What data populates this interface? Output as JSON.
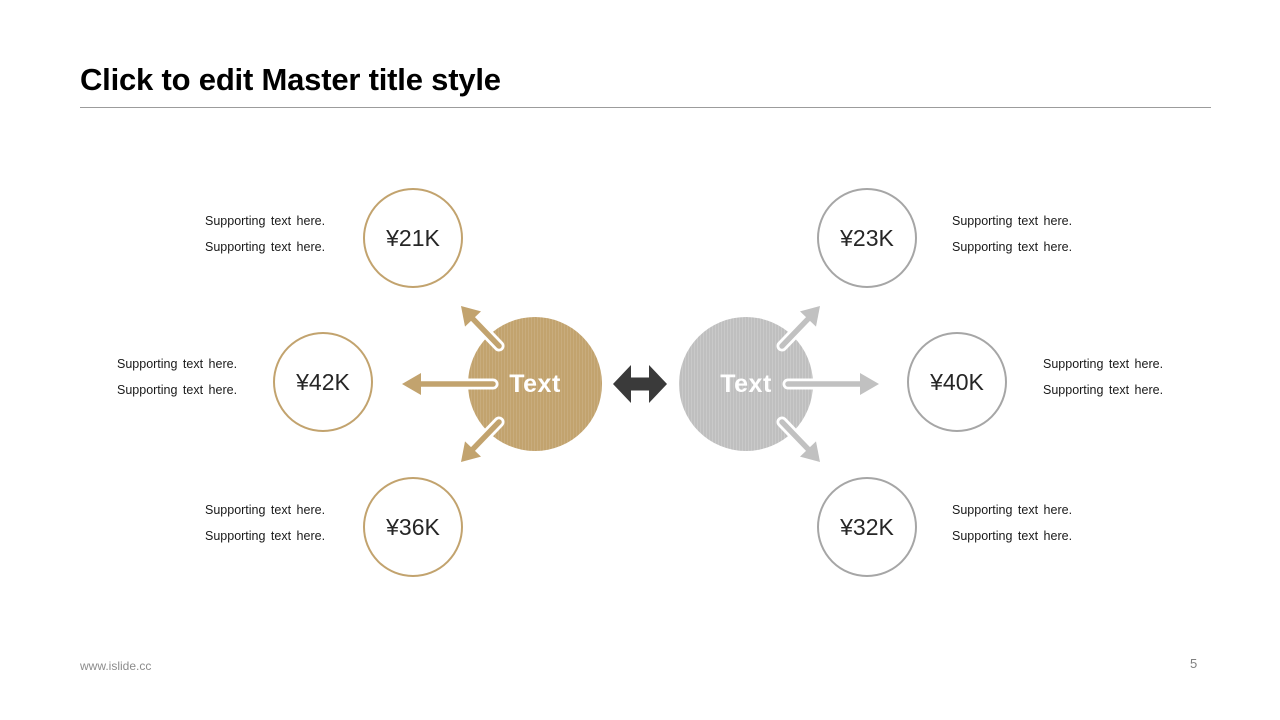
{
  "title": "Click to edit Master title style",
  "footer": {
    "url": "www.islide.cc",
    "page_number": "5"
  },
  "hubs": {
    "left": {
      "label": "Text",
      "color": "#C2A36E"
    },
    "right": {
      "label": "Text",
      "color": "#BFBFBF"
    }
  },
  "connector": {
    "icon": "double-arrow",
    "color": "#3A3A3A"
  },
  "colors": {
    "gold_accent": "#C2A36E",
    "gray_accent": "#BFBFBF",
    "gray_ring": "#A6A6A6",
    "dark_arrow": "#3A3A3A",
    "title_text": "#000000",
    "footer_text": "#8C8C8C"
  },
  "nodes": [
    {
      "position": "top-left",
      "value": "¥21K",
      "lines": [
        "Supporting text here.",
        "Supporting text here."
      ]
    },
    {
      "position": "middle-left",
      "value": "¥42K",
      "lines": [
        "Supporting text here.",
        "Supporting text here."
      ]
    },
    {
      "position": "bottom-left",
      "value": "¥36K",
      "lines": [
        "Supporting text here.",
        "Supporting text here."
      ]
    },
    {
      "position": "top-right",
      "value": "¥23K",
      "lines": [
        "Supporting text here.",
        "Supporting text here."
      ]
    },
    {
      "position": "middle-right",
      "value": "¥40K",
      "lines": [
        "Supporting text here.",
        "Supporting text here."
      ]
    },
    {
      "position": "bottom-right",
      "value": "¥32K",
      "lines": [
        "Supporting text here.",
        "Supporting text here."
      ]
    }
  ]
}
